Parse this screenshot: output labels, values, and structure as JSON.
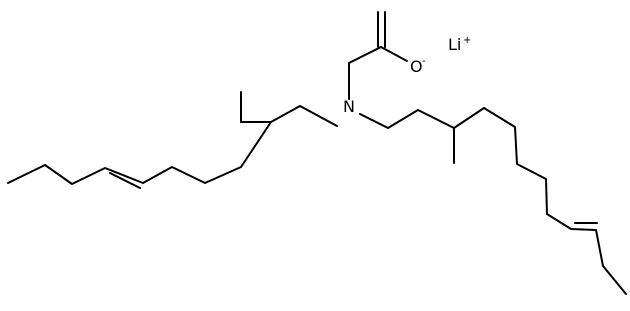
{
  "molecule": {
    "atoms": {
      "nitrogen": "N",
      "oxygen": "O",
      "oxygen_charge": "-",
      "lithium": "Li",
      "lithium_charge": "+"
    },
    "colors": {
      "bond": "#000000",
      "label": "#000000",
      "background": "#ffffff"
    }
  }
}
